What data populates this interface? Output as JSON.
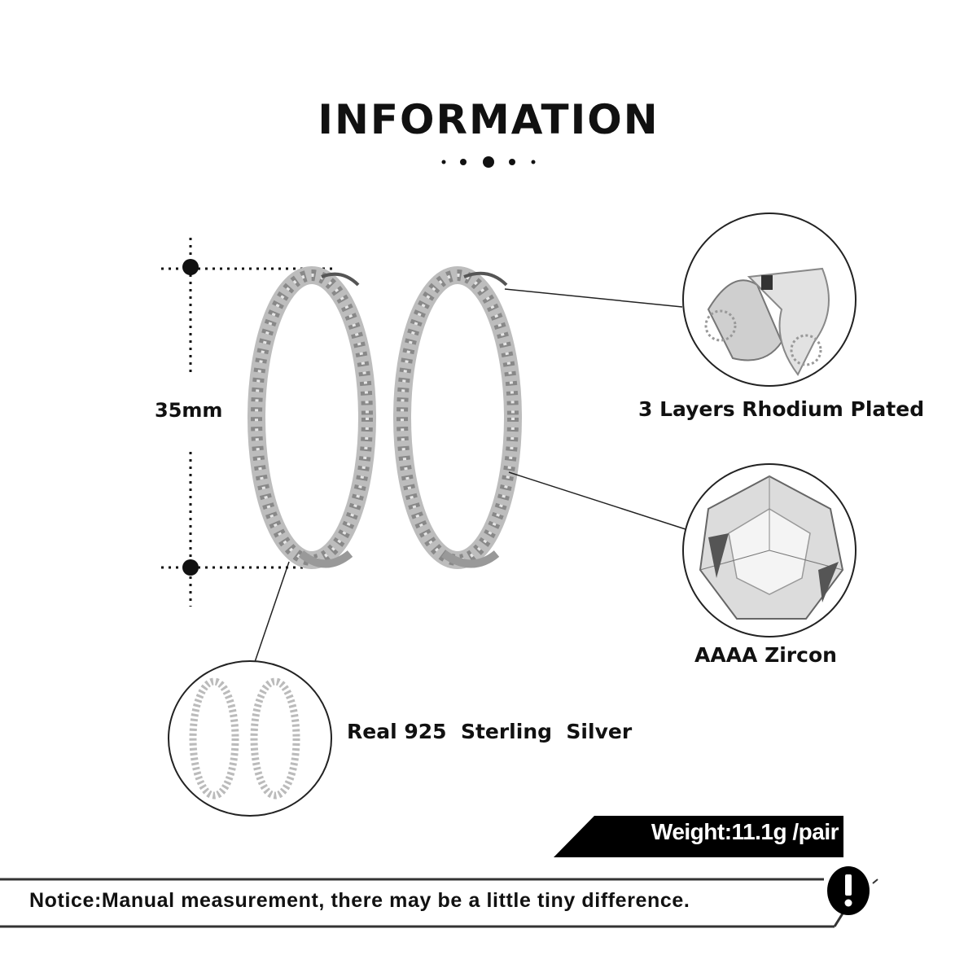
{
  "header": {
    "title": "INFORMATION"
  },
  "dimension": {
    "label": "35mm"
  },
  "features": {
    "rhodium": "3 Layers Rhodium Plated",
    "zircon": "AAAA Zircon",
    "silver": "Real 925  Sterling  Silver"
  },
  "weight": {
    "label": "Weight:11.1g /pair"
  },
  "notice": {
    "text": "Notice:Manual measurement, there may be a little tiny difference.",
    "icon": "exclamation-icon"
  },
  "colors": {
    "text": "#111111",
    "badge_bg": "#000000",
    "badge_text": "#ffffff",
    "background": "#ffffff"
  }
}
